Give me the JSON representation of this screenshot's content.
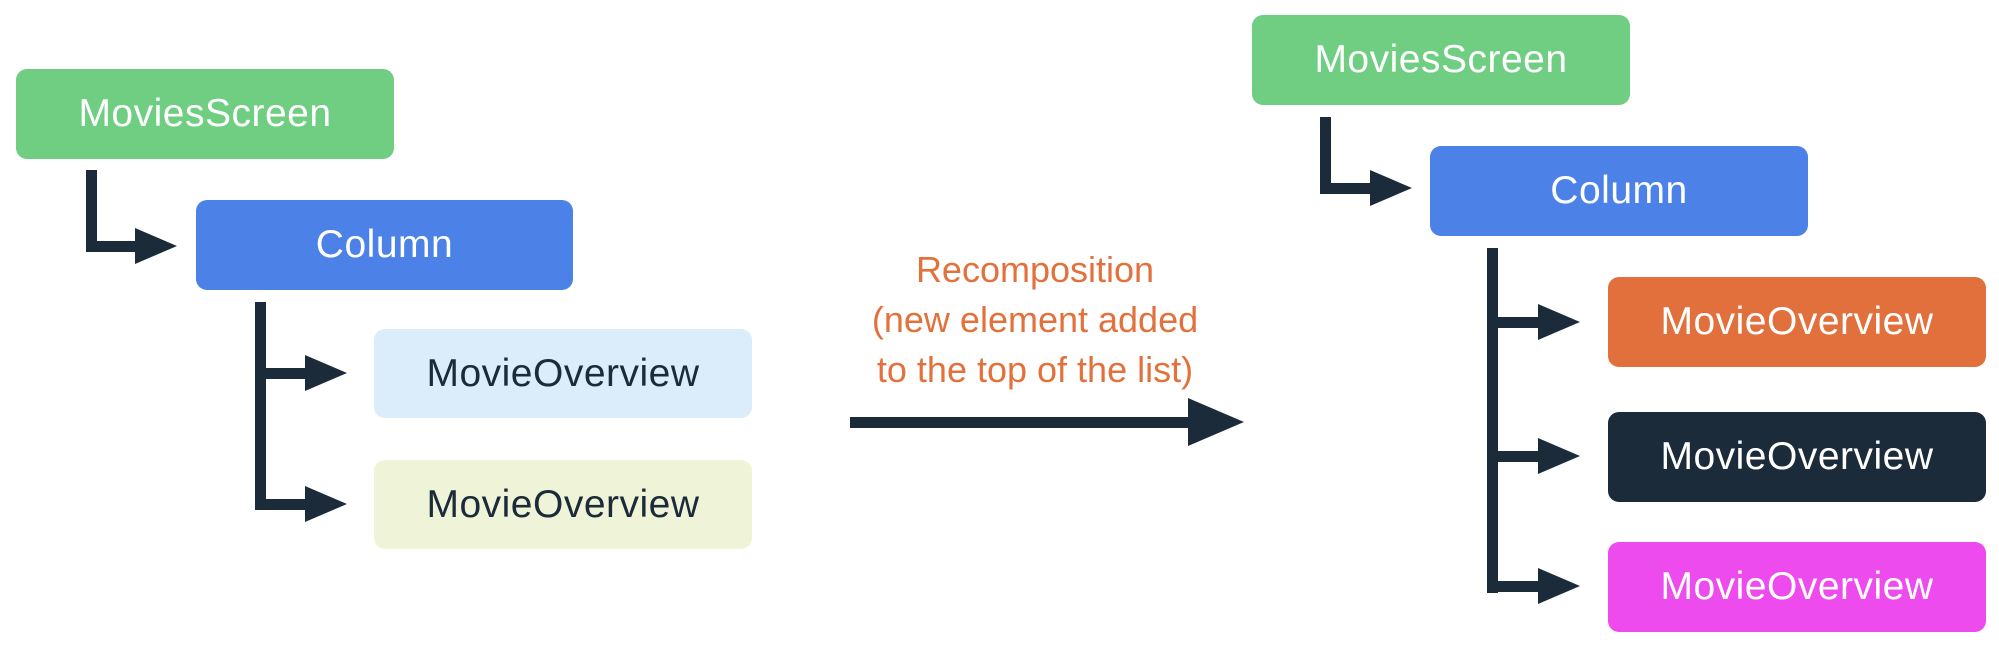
{
  "diagram": {
    "background": "#ffffff",
    "connector_color": "#1C2B39",
    "annotation": {
      "lines": [
        "Recomposition",
        "(new element added",
        "to the top of the list)"
      ],
      "color": "#E2713C"
    },
    "left_tree": {
      "root": {
        "label": "MoviesScreen",
        "bg": "#6FCE82",
        "fg": "#FFFFFF"
      },
      "container": {
        "label": "Column",
        "bg": "#4C82E8",
        "fg": "#FFFFFF"
      },
      "children": [
        {
          "label": "MovieOverview",
          "bg": "#DBECFB",
          "fg": "#1C2B39"
        },
        {
          "label": "MovieOverview",
          "bg": "#EFF4D9",
          "fg": "#1C2B39"
        }
      ]
    },
    "right_tree": {
      "root": {
        "label": "MoviesScreen",
        "bg": "#6FCE82",
        "fg": "#FFFFFF"
      },
      "container": {
        "label": "Column",
        "bg": "#4C82E8",
        "fg": "#FFFFFF"
      },
      "children": [
        {
          "label": "MovieOverview",
          "bg": "#E1703C",
          "fg": "#FFFFFF"
        },
        {
          "label": "MovieOverview",
          "bg": "#1C2B39",
          "fg": "#FFFFFF"
        },
        {
          "label": "MovieOverview",
          "bg": "#EE4BEF",
          "fg": "#FFFFFF"
        }
      ]
    }
  }
}
